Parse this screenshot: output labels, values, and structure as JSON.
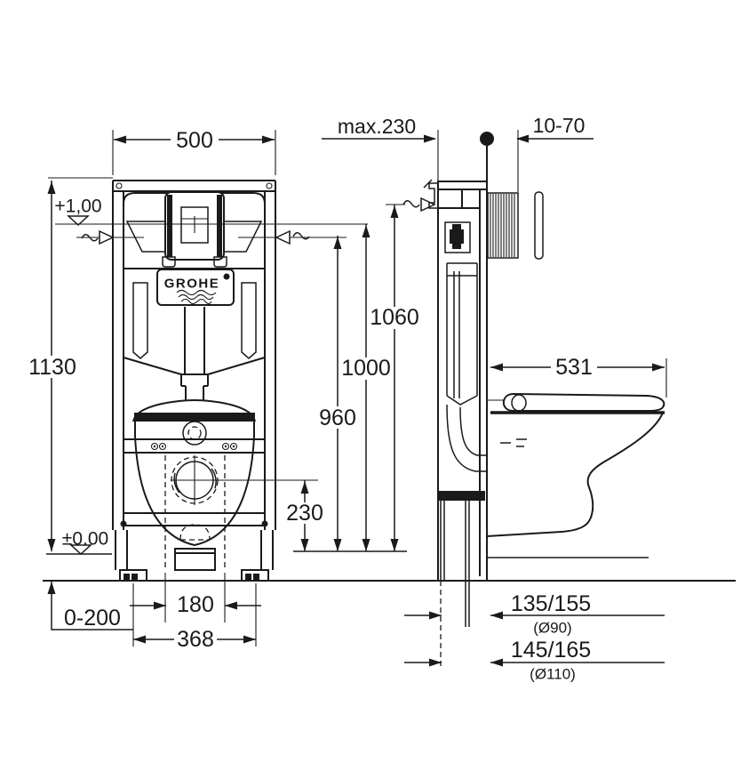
{
  "drawing": {
    "type": "installation-dimension-drawing",
    "brand": {
      "logo": "GROHE"
    },
    "colors": {
      "ink": "#1a1a1a",
      "background": "#ffffff"
    },
    "front_view": {
      "width": "500",
      "height": "1130",
      "level_top": "+1,00",
      "level_floor": "±0,00",
      "floor_range": "0-200",
      "stud_spacing": "180",
      "foot_span": "368",
      "outlet_height": "230"
    },
    "elevations": {
      "inlet": "960",
      "overflow": "1000",
      "side_inlet": "1060"
    },
    "side_view": {
      "recess": "max.230",
      "plate_gap": "10-70",
      "bowl_depth": "531",
      "outlet_a": "135/155",
      "outlet_a_dia": "(Ø90)",
      "outlet_b": "145/165",
      "outlet_b_dia": "(Ø110)"
    }
  }
}
